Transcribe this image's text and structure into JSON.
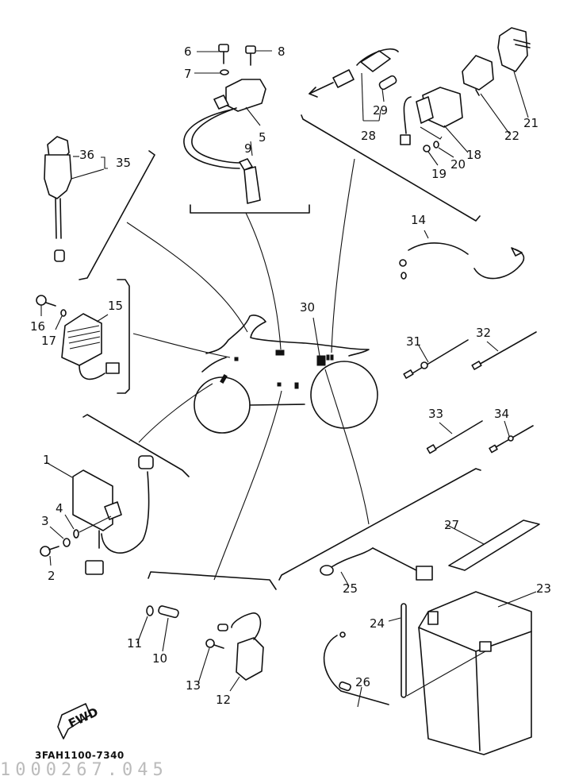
{
  "diagram": {
    "title": "Electrical parts exploded view",
    "drawing_code": "3FAH1100-7340",
    "scan_code": "1000267.045",
    "fwd_label": "FWD",
    "callouts": [
      {
        "id": "1",
        "label": "1"
      },
      {
        "id": "2",
        "label": "2"
      },
      {
        "id": "3",
        "label": "3"
      },
      {
        "id": "4",
        "label": "4"
      },
      {
        "id": "5",
        "label": "5"
      },
      {
        "id": "6",
        "label": "6"
      },
      {
        "id": "7",
        "label": "7"
      },
      {
        "id": "8",
        "label": "8"
      },
      {
        "id": "9",
        "label": "9"
      },
      {
        "id": "10",
        "label": "10"
      },
      {
        "id": "11",
        "label": "11"
      },
      {
        "id": "12",
        "label": "12"
      },
      {
        "id": "13",
        "label": "13"
      },
      {
        "id": "14",
        "label": "14"
      },
      {
        "id": "15",
        "label": "15"
      },
      {
        "id": "16",
        "label": "16"
      },
      {
        "id": "17",
        "label": "17"
      },
      {
        "id": "18",
        "label": "18"
      },
      {
        "id": "19",
        "label": "19"
      },
      {
        "id": "20",
        "label": "20"
      },
      {
        "id": "21",
        "label": "21"
      },
      {
        "id": "22",
        "label": "22"
      },
      {
        "id": "23",
        "label": "23"
      },
      {
        "id": "24",
        "label": "24"
      },
      {
        "id": "25",
        "label": "25"
      },
      {
        "id": "26",
        "label": "26"
      },
      {
        "id": "27",
        "label": "27"
      },
      {
        "id": "28",
        "label": "28"
      },
      {
        "id": "29",
        "label": "29"
      },
      {
        "id": "30",
        "label": "30"
      },
      {
        "id": "31",
        "label": "31"
      },
      {
        "id": "32",
        "label": "32"
      },
      {
        "id": "33",
        "label": "33"
      },
      {
        "id": "34",
        "label": "34"
      },
      {
        "id": "35",
        "label": "35"
      },
      {
        "id": "36",
        "label": "36"
      }
    ]
  }
}
